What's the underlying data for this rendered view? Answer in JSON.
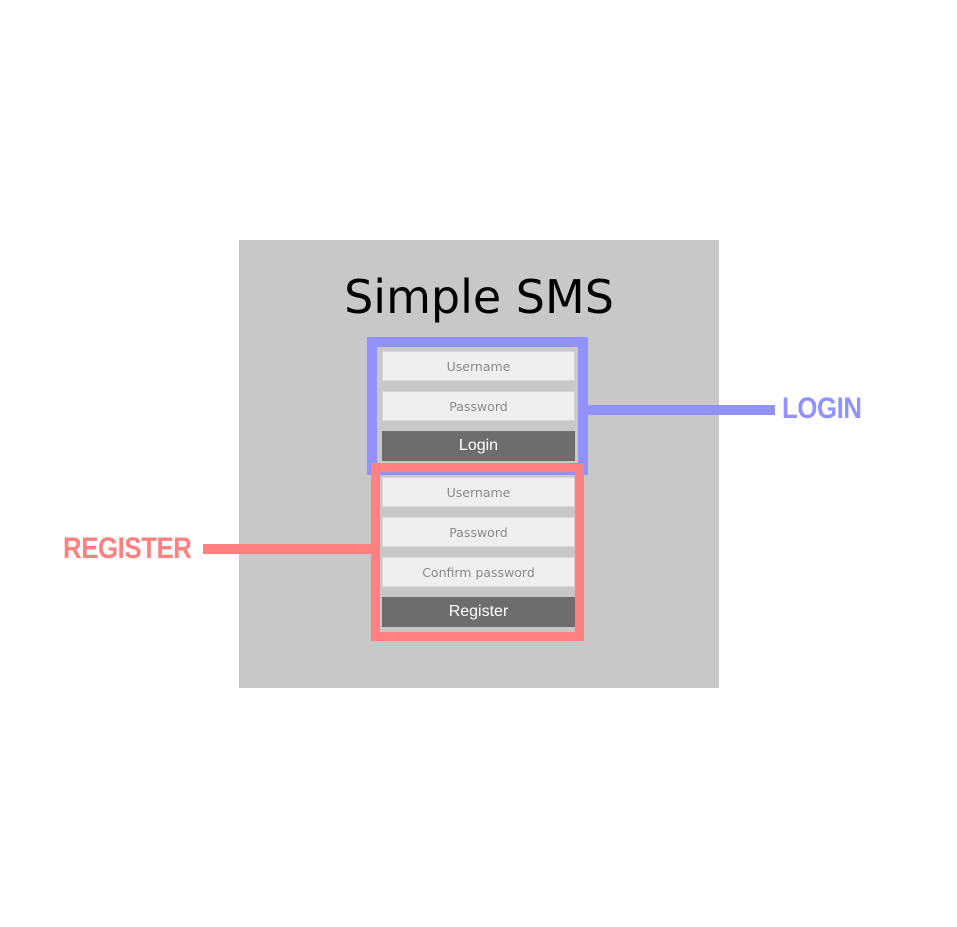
{
  "app": {
    "title": "Simple SMS"
  },
  "login": {
    "username_placeholder": "Username",
    "password_placeholder": "Password",
    "submit_label": "Login"
  },
  "register": {
    "username_placeholder": "Username",
    "password_placeholder": "Password",
    "confirm_placeholder": "Confirm password",
    "submit_label": "Register"
  },
  "annotations": {
    "login_label": "LOGIN",
    "register_label": "REGISTER",
    "login_color": "#9191ff",
    "register_color": "#fe8080"
  },
  "colors": {
    "panel": "#c8c8c8",
    "input_bg": "#efefef",
    "button_bg": "#6d6d6d",
    "button_text": "#ffffff"
  }
}
